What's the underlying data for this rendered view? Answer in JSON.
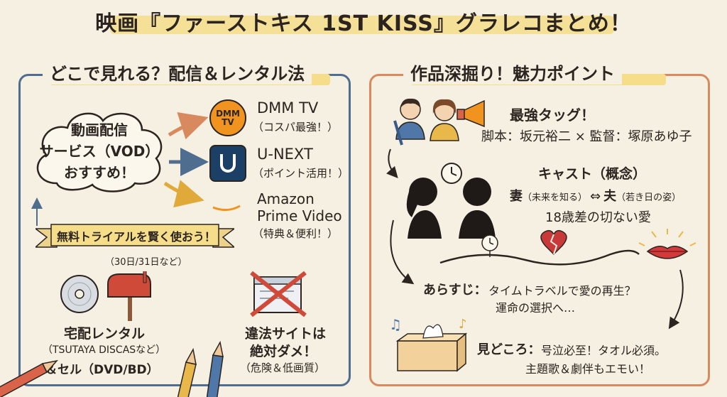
{
  "title": "映画『ファーストキス 1ST KISS』グラレコまとめ！",
  "left": {
    "heading": "どこで見れる？配信＆レンタル法",
    "cloud": {
      "line1": "動画配信",
      "line2": "サービス（VOD）",
      "line3": "おすすめ！"
    },
    "services": [
      {
        "logo_text_1": "DMM",
        "logo_text_2": "TV",
        "name": "DMM TV",
        "note": "（コスパ最強！）",
        "logo_color": "#f0941f"
      },
      {
        "name": "U-NEXT",
        "note": "（ポイント活用！）",
        "logo_color": "#1c3f66"
      },
      {
        "name_line1": "Amazon",
        "name_line2": "Prime Video",
        "note": "（特典＆便利！）"
      }
    ],
    "ribbon": "無料トライアルを賢く使おう！",
    "ribbon_note": "（30日/31日など）",
    "rental": {
      "line1": "宅配レンタル",
      "line2": "（TSUTAYA DISCASなど）",
      "line3": "＆セル（DVD/BD）"
    },
    "illegal": {
      "line1": "違法サイトは",
      "line2": "絶対ダメ！",
      "line3": "（危険＆低画質）"
    }
  },
  "right": {
    "heading": "作品深掘り！魅力ポイント",
    "tag": {
      "head": "最強タッグ！",
      "line": "脚本：坂元裕二 × 監督：塚原あゆ子"
    },
    "cast": {
      "head": "キャスト（概念）",
      "wife": "妻",
      "wife_note": "（未来を知る）",
      "arrow": "⇔",
      "husband": "夫",
      "husband_note": "（若き日の姿）",
      "line3": "18歳差の切ない愛"
    },
    "story": {
      "label": "あらすじ：",
      "line1": "タイムトラベルで愛の再生？",
      "line2": "運命の選択へ…"
    },
    "highlight": {
      "label": "見どころ：",
      "line1": "号泣必至！タオル必須。",
      "line2": "主題歌＆劇伴もエモい！"
    }
  },
  "colors": {
    "left_border": "#4f6d8f",
    "right_border": "#d9895e",
    "highlight": "#f5dd8a",
    "background": "#f6f0e2"
  }
}
